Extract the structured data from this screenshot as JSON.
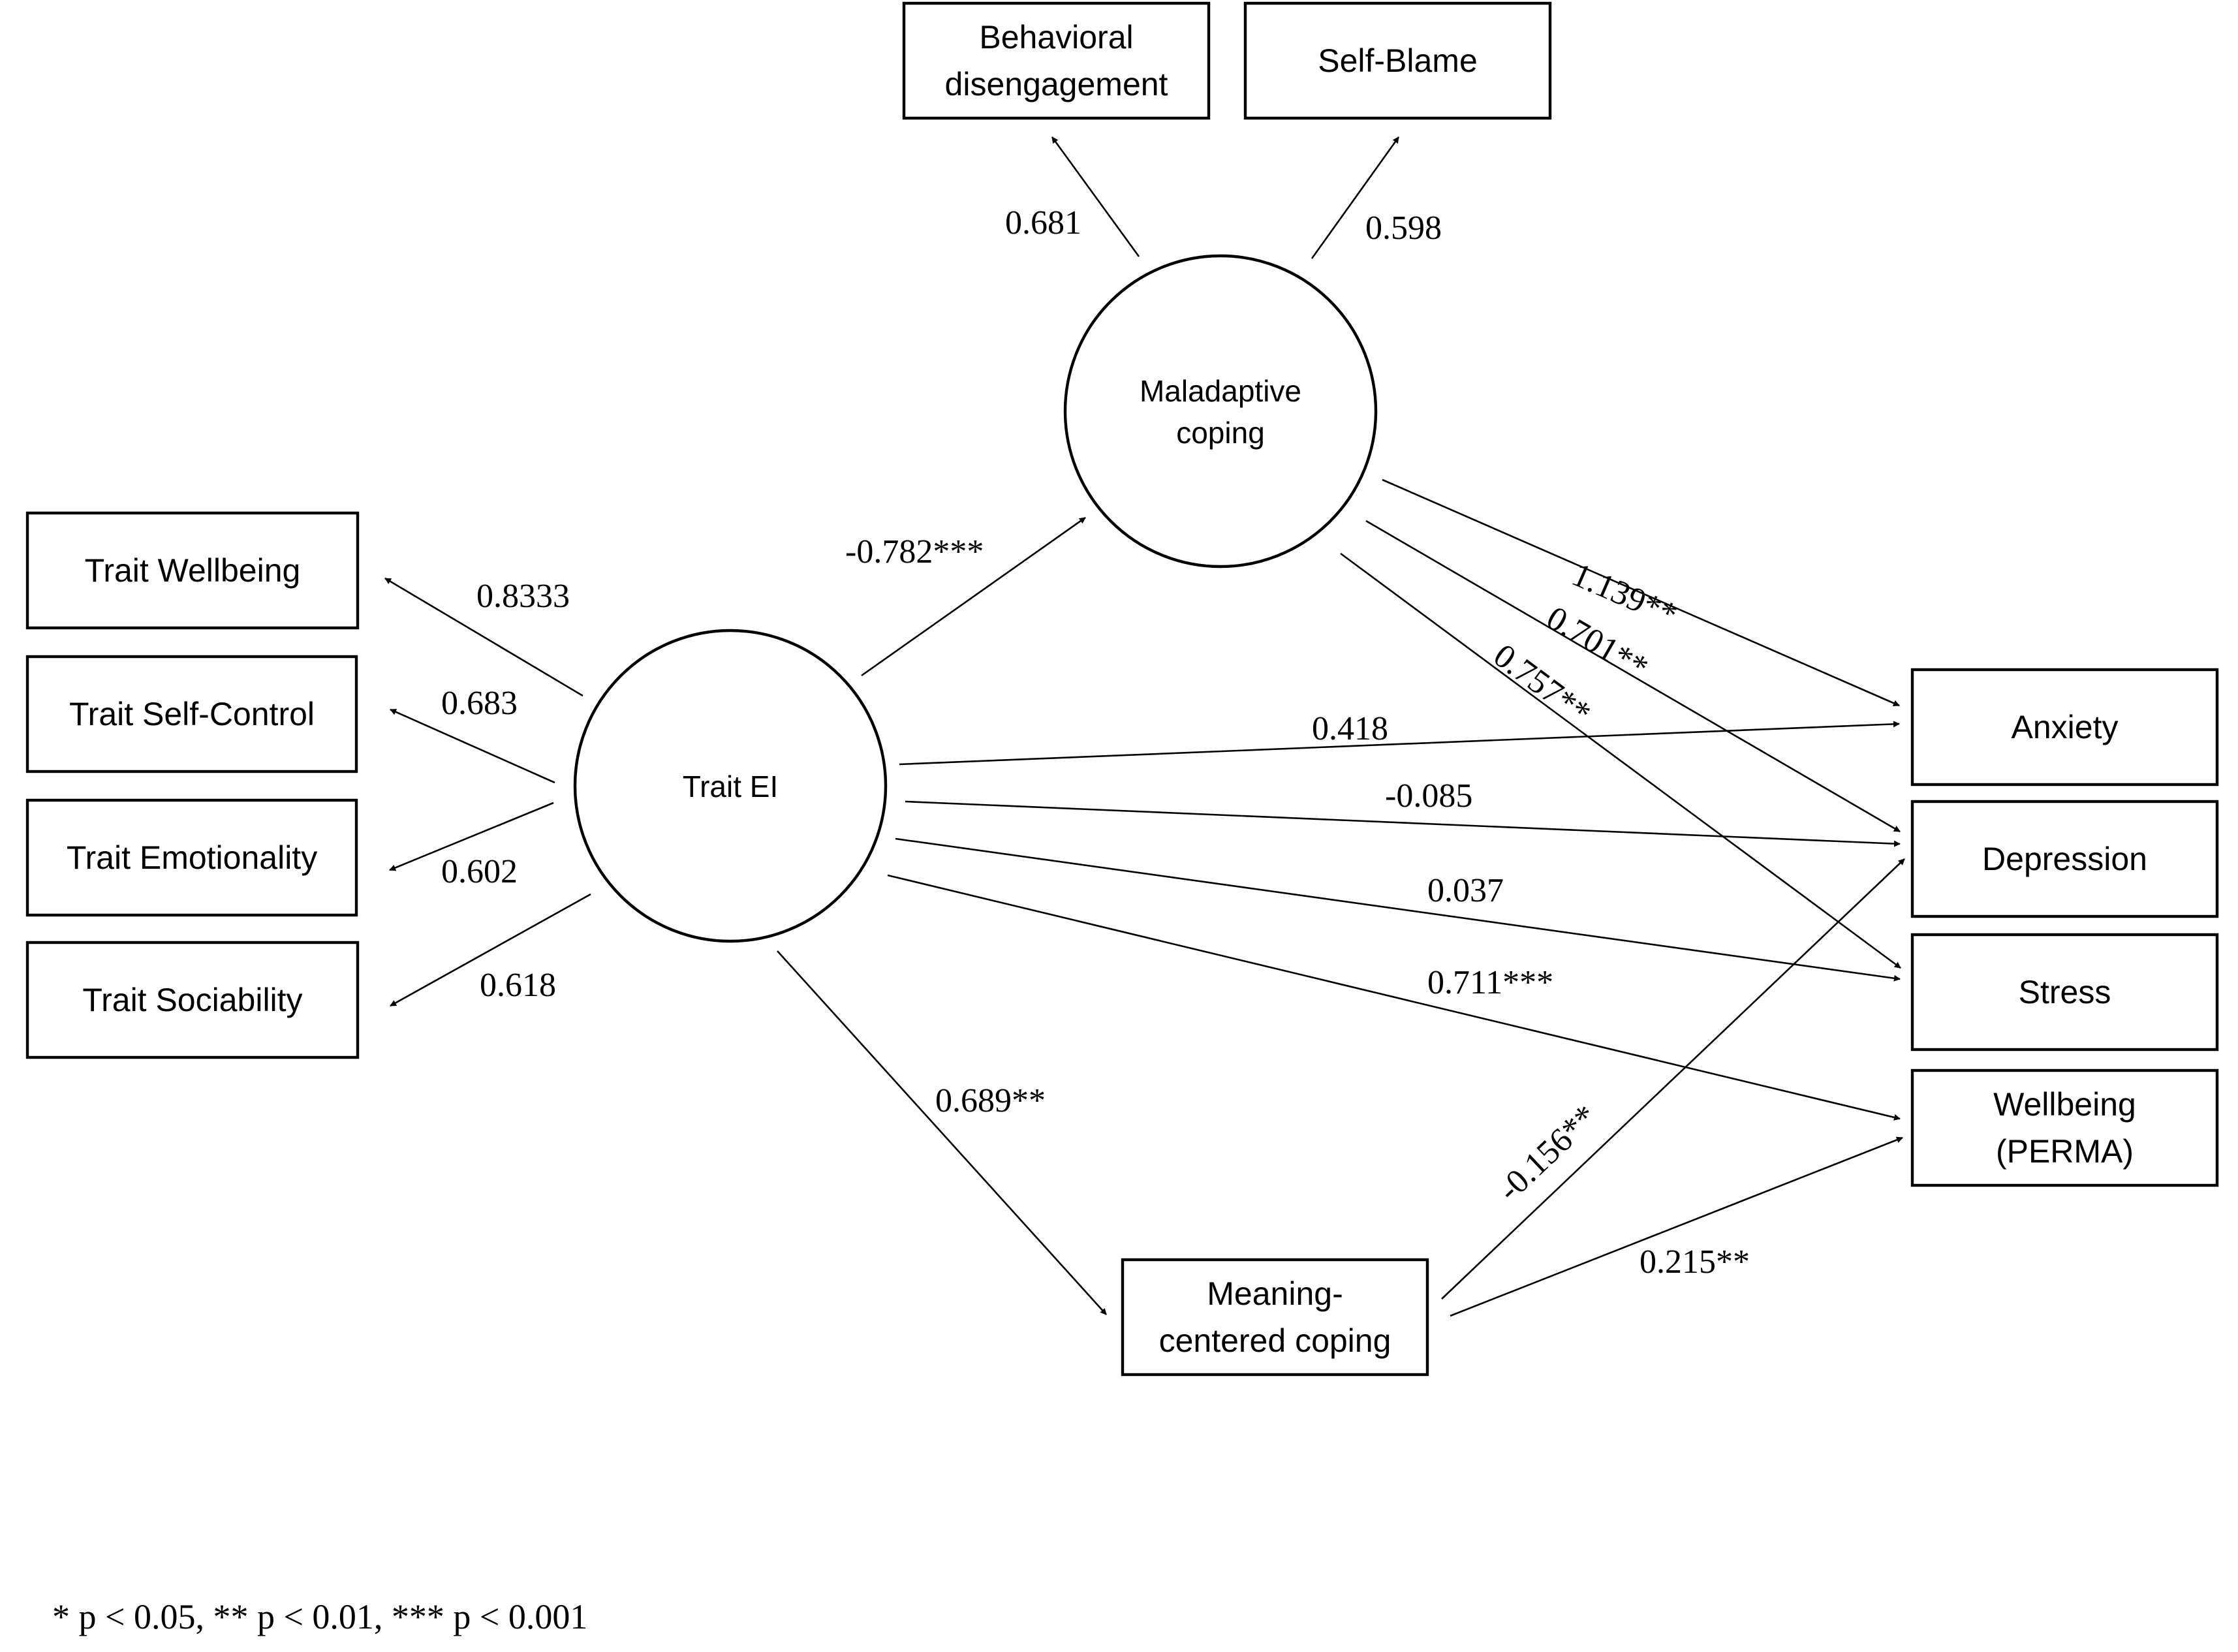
{
  "nodes": {
    "behavioral_disengagement": [
      "Behavioral",
      "disengagement"
    ],
    "self_blame": [
      "Self-Blame"
    ],
    "maladaptive_coping": [
      "Maladaptive",
      "coping"
    ],
    "trait_ei": [
      "Trait EI"
    ],
    "trait_wellbeing": [
      "Trait Wellbeing"
    ],
    "trait_self_control": [
      "Trait Self-Control"
    ],
    "trait_emotionality": [
      "Trait Emotionality"
    ],
    "trait_sociability": [
      "Trait Sociability"
    ],
    "anxiety": [
      "Anxiety"
    ],
    "depression": [
      "Depression"
    ],
    "stress": [
      "Stress"
    ],
    "wellbeing_perma": [
      "Wellbeing",
      "(PERMA)"
    ],
    "meaning_centered_coping": [
      "Meaning-",
      "centered coping"
    ]
  },
  "paths": [
    {
      "from": "maladaptive_coping",
      "to": "behavioral_disengagement",
      "coefficient": "0.681"
    },
    {
      "from": "maladaptive_coping",
      "to": "self_blame",
      "coefficient": "0.598"
    },
    {
      "from": "trait_ei",
      "to": "trait_wellbeing",
      "coefficient": "0.8333"
    },
    {
      "from": "trait_ei",
      "to": "trait_self_control",
      "coefficient": "0.683"
    },
    {
      "from": "trait_ei",
      "to": "trait_emotionality",
      "coefficient": "0.602"
    },
    {
      "from": "trait_ei",
      "to": "trait_sociability",
      "coefficient": "0.618"
    },
    {
      "from": "trait_ei",
      "to": "maladaptive_coping",
      "coefficient": "-0.782***"
    },
    {
      "from": "maladaptive_coping",
      "to": "anxiety",
      "coefficient": "1.139**"
    },
    {
      "from": "maladaptive_coping",
      "to": "depression",
      "coefficient": "0.701**"
    },
    {
      "from": "maladaptive_coping",
      "to": "stress",
      "coefficient": "0.757**"
    },
    {
      "from": "trait_ei",
      "to": "anxiety",
      "coefficient": "0.418"
    },
    {
      "from": "trait_ei",
      "to": "depression",
      "coefficient": "-0.085"
    },
    {
      "from": "trait_ei",
      "to": "stress",
      "coefficient": "0.037"
    },
    {
      "from": "trait_ei",
      "to": "wellbeing_perma",
      "coefficient": "0.711***"
    },
    {
      "from": "trait_ei",
      "to": "meaning_centered_coping",
      "coefficient": "0.689**"
    },
    {
      "from": "meaning_centered_coping",
      "to": "depression",
      "coefficient": "-0.156**"
    },
    {
      "from": "meaning_centered_coping",
      "to": "wellbeing_perma",
      "coefficient": "0.215**"
    }
  ],
  "footnote": "* p < 0.05, ** p < 0.01, *** p < 0.001"
}
